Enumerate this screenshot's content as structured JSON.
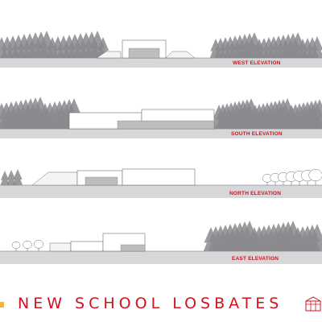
{
  "project": {
    "title": "NEW SCHOOL LOSBATES"
  },
  "elevations": [
    {
      "id": "west",
      "label": "WEST ELEVATION"
    },
    {
      "id": "south",
      "label": "SOUTH ELEVATION"
    },
    {
      "id": "north",
      "label": "NORTH ELEVATION"
    },
    {
      "id": "east",
      "label": "EAST ELEVATION"
    }
  ],
  "colors": {
    "label_red": "#d4111f",
    "title_red": "#d4111f",
    "accent_yellow": "#f2b632",
    "ground_grey": "#d7d7d9",
    "tree_grey": "#8a8a8d",
    "line_grey": "#6e6e70"
  }
}
